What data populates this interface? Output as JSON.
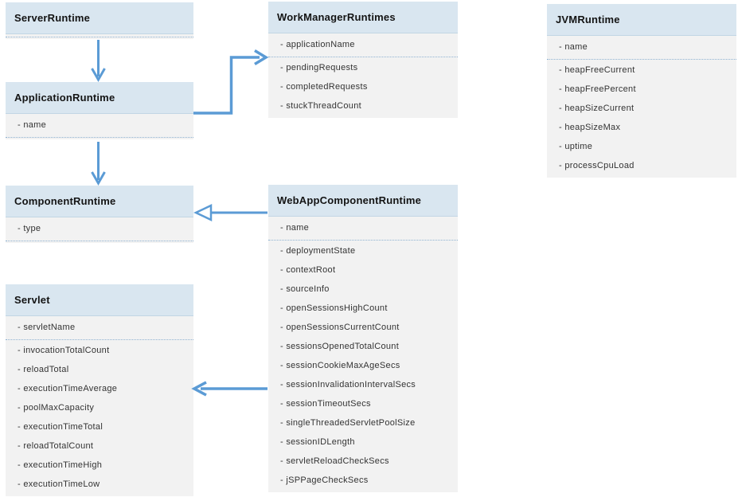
{
  "colors": {
    "header_fill": "#d9e6f0",
    "header_border": "#c2d6e4",
    "body_fill": "#f2f2f2",
    "separator": "#8fb2d1",
    "arrow": "#5b9bd5",
    "header_text": "#141414",
    "attr_text": "#333333",
    "canvas_bg": "#ffffff"
  },
  "classes": {
    "server_runtime": {
      "title": "ServerRuntime",
      "primary": [],
      "secondary": []
    },
    "application_runtime": {
      "title": "ApplicationRuntime",
      "primary": [
        "- name"
      ],
      "secondary": []
    },
    "component_runtime": {
      "title": "ComponentRuntime",
      "primary": [
        "- type"
      ],
      "secondary": []
    },
    "servlet": {
      "title": "Servlet",
      "primary": [
        "- servletName"
      ],
      "secondary": [
        "- invocationTotalCount",
        "- reloadTotal",
        "- executionTimeAverage",
        "- poolMaxCapacity",
        "- executionTimeTotal",
        "- reloadTotalCount",
        "- executionTimeHigh",
        "- executionTimeLow"
      ]
    },
    "work_manager_runtimes": {
      "title": "WorkManagerRuntimes",
      "primary": [
        "- applicationName"
      ],
      "secondary": [
        "- pendingRequests",
        "- completedRequests",
        "- stuckThreadCount"
      ]
    },
    "web_app_component_runtime": {
      "title": "WebAppComponentRuntime",
      "primary": [
        "- name"
      ],
      "secondary": [
        "- deploymentState",
        "- contextRoot",
        "- sourceInfo",
        "- openSessionsHighCount",
        "- openSessionsCurrentCount",
        "- sessionsOpenedTotalCount",
        "- sessionCookieMaxAgeSecs",
        "- sessionInvalidationIntervalSecs",
        "- sessionTimeoutSecs",
        "- singleThreadedServletPoolSize",
        "- sessionIDLength",
        "- servletReloadCheckSecs",
        "- jSPPageCheckSecs"
      ]
    },
    "jvm_runtime": {
      "title": "JVMRuntime",
      "primary": [
        "- name"
      ],
      "secondary": [
        "- heapFreeCurrent",
        "- heapFreePercent",
        "- heapSizeCurrent",
        "- heapSizeMax",
        "- uptime",
        "- processCpuLoad"
      ]
    }
  },
  "relationships": [
    {
      "from": "ServerRuntime",
      "to": "ApplicationRuntime",
      "arrowhead": "open-v"
    },
    {
      "from": "ApplicationRuntime",
      "to": "WorkManagerRuntimes",
      "arrowhead": "open-v"
    },
    {
      "from": "ApplicationRuntime",
      "to": "ComponentRuntime",
      "arrowhead": "open-v"
    },
    {
      "from": "WebAppComponentRuntime",
      "to": "ComponentRuntime",
      "arrowhead": "hollow-triangle"
    },
    {
      "from": "WebAppComponentRuntime",
      "to": "Servlet",
      "arrowhead": "open-v"
    }
  ]
}
